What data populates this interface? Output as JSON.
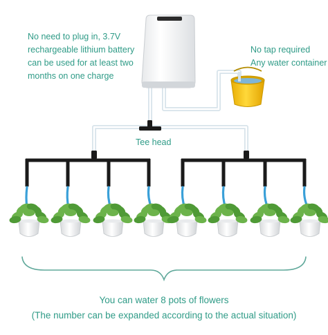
{
  "notes": {
    "battery": [
      "No need to plug in, 3.7V",
      "rechargeable lithium battery",
      "can be used for at least two",
      "months on one charge"
    ],
    "water_source": [
      "No tap required",
      "Any water container"
    ],
    "tee_head": "Tee head"
  },
  "caption": {
    "line1": "You can water 8 pots of flowers",
    "line2": "(The number can be expanded according to the actual situation)"
  },
  "colors": {
    "text": "#2f9b87",
    "pipe_black": "#1a1a1a",
    "hose_white": "#e4eef4",
    "drip_tube": "#3aa0d8",
    "bucket": "#f3c315",
    "leaf": "#4f9a36"
  },
  "icons": {
    "pump": "pump-device-icon",
    "bucket": "water-bucket-icon",
    "plant": "potted-plant-icon"
  },
  "pot_count": 8
}
